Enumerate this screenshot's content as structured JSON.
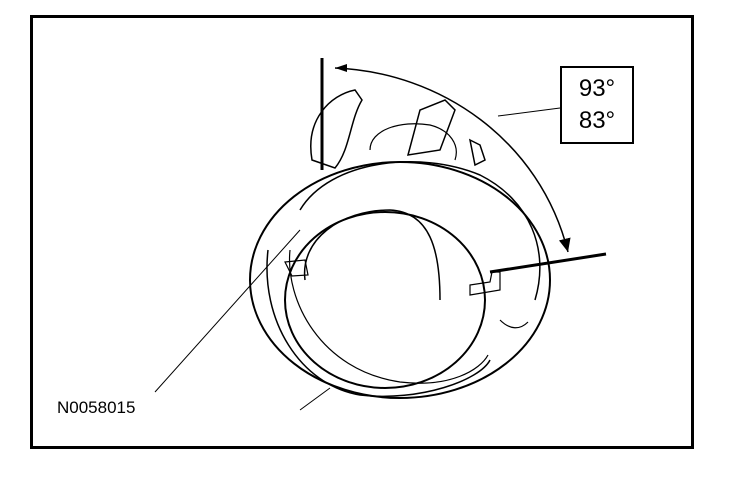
{
  "figure": {
    "angle_max": "93°",
    "angle_min": "83°",
    "figure_id": "N0058015"
  },
  "colors": {
    "line": "#000000",
    "background": "#ffffff"
  }
}
